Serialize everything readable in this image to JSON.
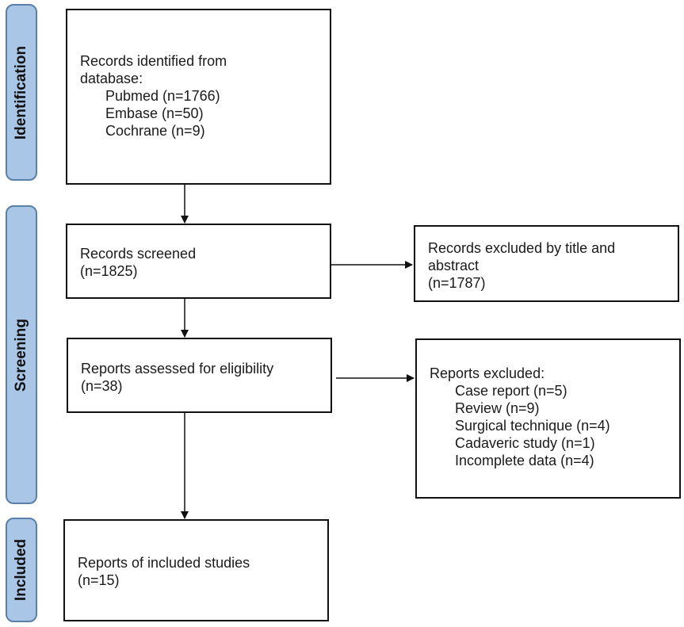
{
  "phases": {
    "identification": "Identification",
    "screening": "Screening",
    "included": "Included"
  },
  "boxes": {
    "records_identified": {
      "title_line1": "Records identified from",
      "title_line2": "database:",
      "items": [
        "Pubmed (n=1766)",
        "Embase (n=50)",
        "Cochrane (n=9)"
      ]
    },
    "records_screened": {
      "line1": "Records screened",
      "line2": "(n=1825)"
    },
    "records_excluded": {
      "line1": "Records excluded by title and",
      "line2": "abstract",
      "line3": "(n=1787)"
    },
    "reports_assessed": {
      "line1": "Reports assessed for eligibility",
      "line2": "(n=38)"
    },
    "reports_excluded": {
      "title": "Reports excluded:",
      "items": [
        "Case report (n=5)",
        "Review (n=9)",
        "Surgical technique (n=4)",
        "Cadaveric study (n=1)",
        "Incomplete data (n=4)"
      ]
    },
    "included_studies": {
      "line1": "Reports of included studies",
      "line2": "(n=15)"
    }
  }
}
